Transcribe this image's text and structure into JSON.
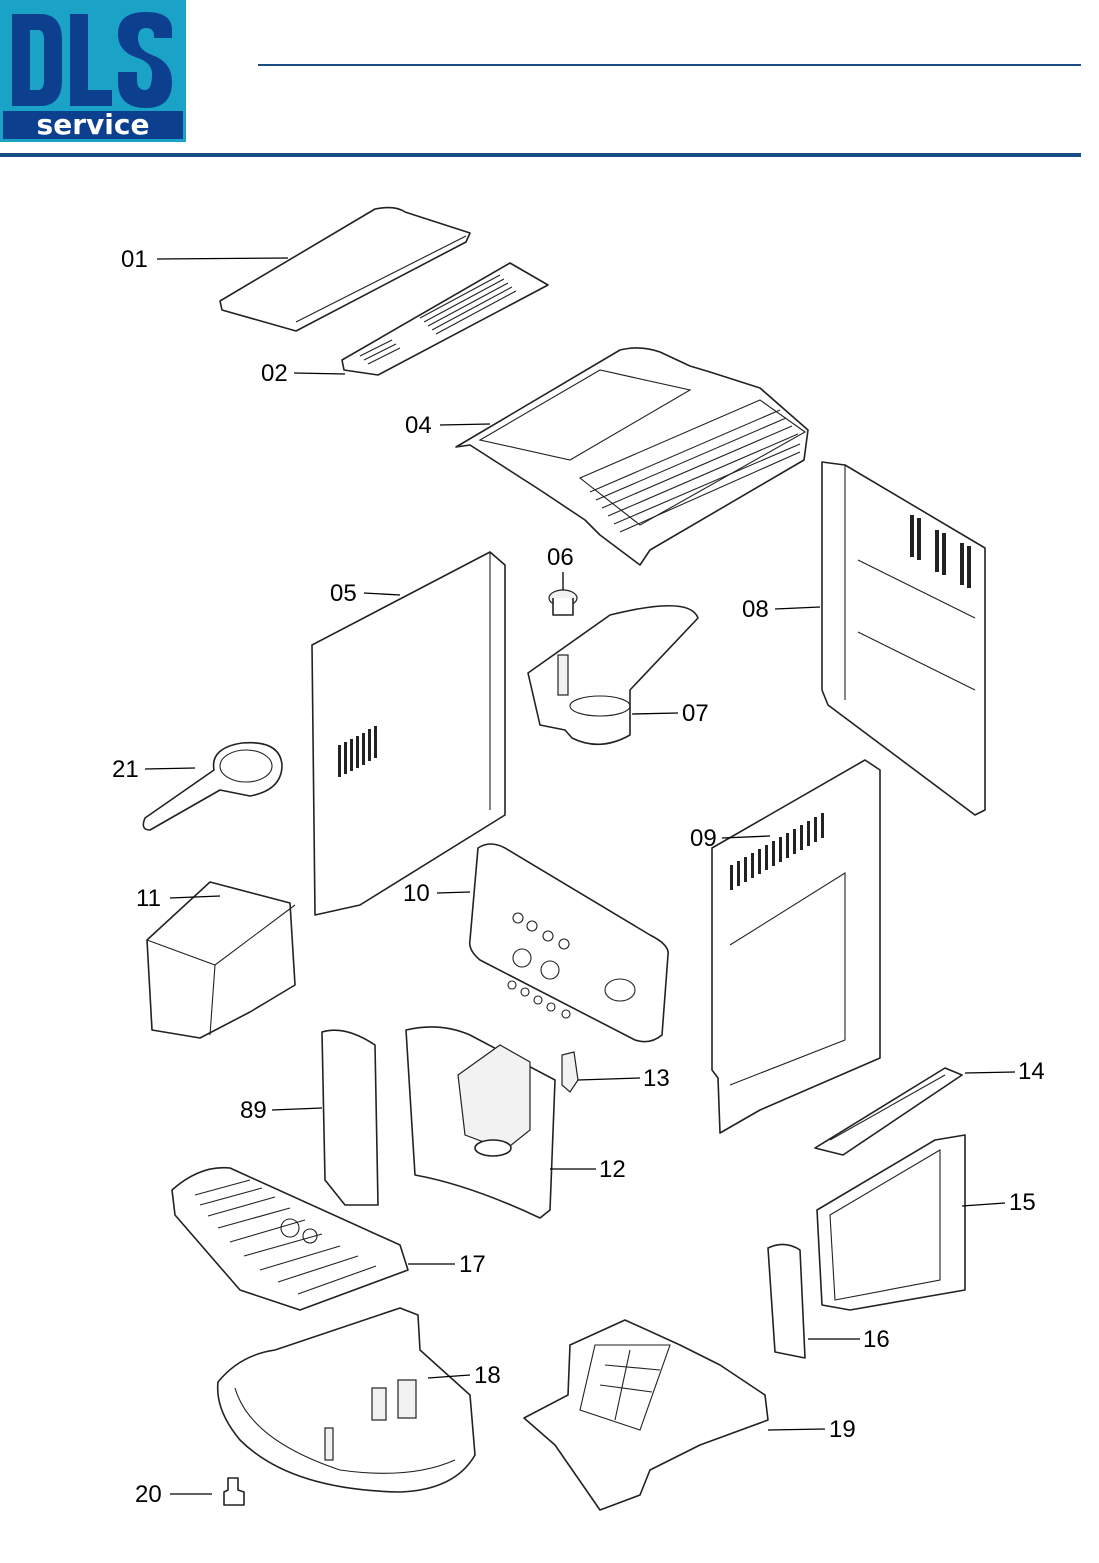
{
  "logo": {
    "word": "DLS",
    "subword": "service"
  },
  "colors": {
    "brand_cyan": "#1aa3c7",
    "brand_navy": "#0d3f8f",
    "rule_blue": "#1a4d84"
  },
  "callouts": {
    "c01": "01",
    "c02": "02",
    "c04": "04",
    "c05": "05",
    "c06": "06",
    "c07": "07",
    "c08": "08",
    "c09": "09",
    "c10": "10",
    "c11": "11",
    "c12": "12",
    "c13": "13",
    "c14": "14",
    "c15": "15",
    "c16": "16",
    "c17": "17",
    "c18": "18",
    "c19": "19",
    "c20": "20",
    "c21": "21",
    "c89": "89"
  }
}
